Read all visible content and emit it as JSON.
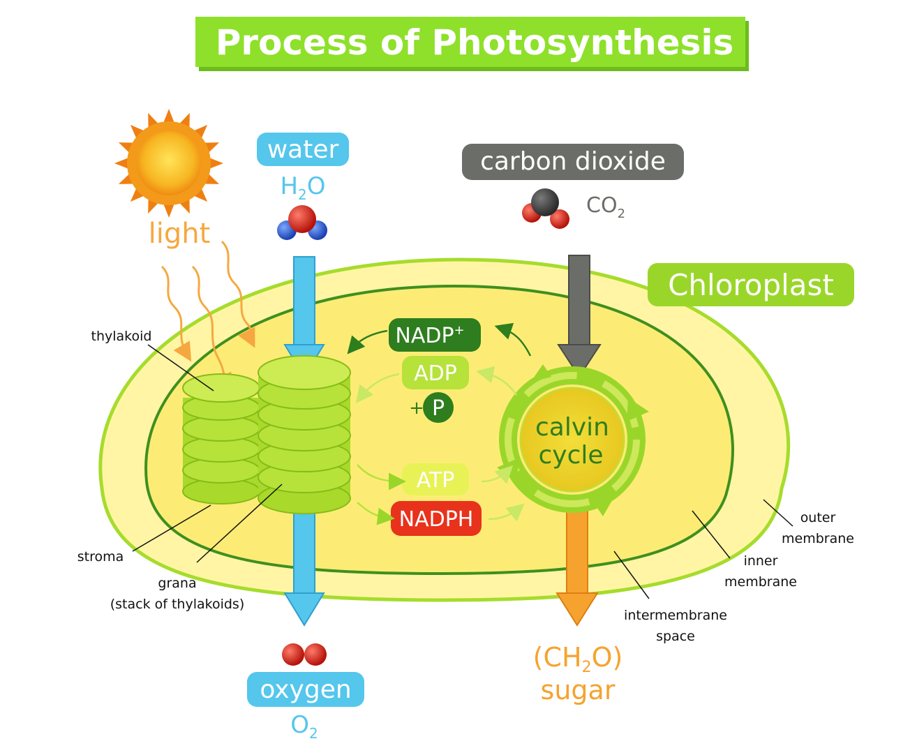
{
  "title": "Process of Photosynthesis",
  "inputs": {
    "light": "light",
    "water": {
      "name": "water",
      "formula_main": "H",
      "formula_sub": "2",
      "formula_end": "O"
    },
    "carbon_dioxide": {
      "name": "carbon dioxide",
      "formula_main": "CO",
      "formula_sub": "2"
    }
  },
  "outputs": {
    "oxygen": {
      "name": "oxygen",
      "formula_main": "O",
      "formula_sub": "2"
    },
    "sugar": {
      "formula_open": "(CH",
      "formula_sub": "2",
      "formula_close": "O)",
      "name": "sugar"
    }
  },
  "chloroplast_label": "Chloroplast",
  "cycle": {
    "nadp_main": "NADP",
    "nadp_sup": "+",
    "adp": "ADP",
    "plus": "+",
    "p": "P",
    "atp": "ATP",
    "nadph": "NADPH",
    "calvin_line1": "calvin",
    "calvin_line2": "cycle"
  },
  "callouts": {
    "thylakoid": "thylakoid",
    "stroma": "stroma",
    "grana_line1": "grana",
    "grana_line2": "(stack of thylakoids)",
    "outer_line1": "outer",
    "outer_line2": "membrane",
    "inner_line1": "inner",
    "inner_line2": "membrane",
    "intermembrane_line1": "intermembrane",
    "intermembrane_line2": "space"
  },
  "colors": {
    "title_bg": "#8ee02a",
    "water_blue": "#55c6ec",
    "co2_grey": "#6b6e68",
    "light_orange": "#f5a840",
    "sugar_orange": "#f5a32e",
    "chloroplast_green": "#9ad62a",
    "nadp_dark": "#2e7d1e",
    "nadph_red": "#e8321c"
  }
}
